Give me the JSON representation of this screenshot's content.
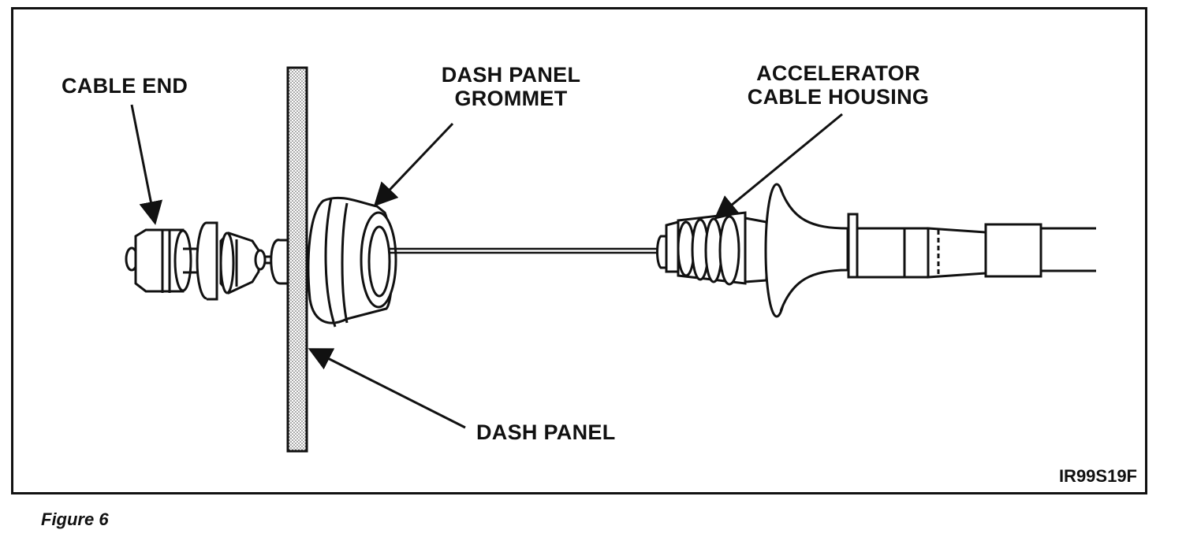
{
  "labels": {
    "cable_end": "CABLE END",
    "dash_panel_grommet": [
      "DASH PANEL",
      "GROMMET"
    ],
    "accelerator_cable_housing": [
      "ACCELERATOR",
      "CABLE HOUSING"
    ],
    "dash_panel": "DASH PANEL"
  },
  "figure_id": "IR99S19F",
  "caption": "Figure 6"
}
